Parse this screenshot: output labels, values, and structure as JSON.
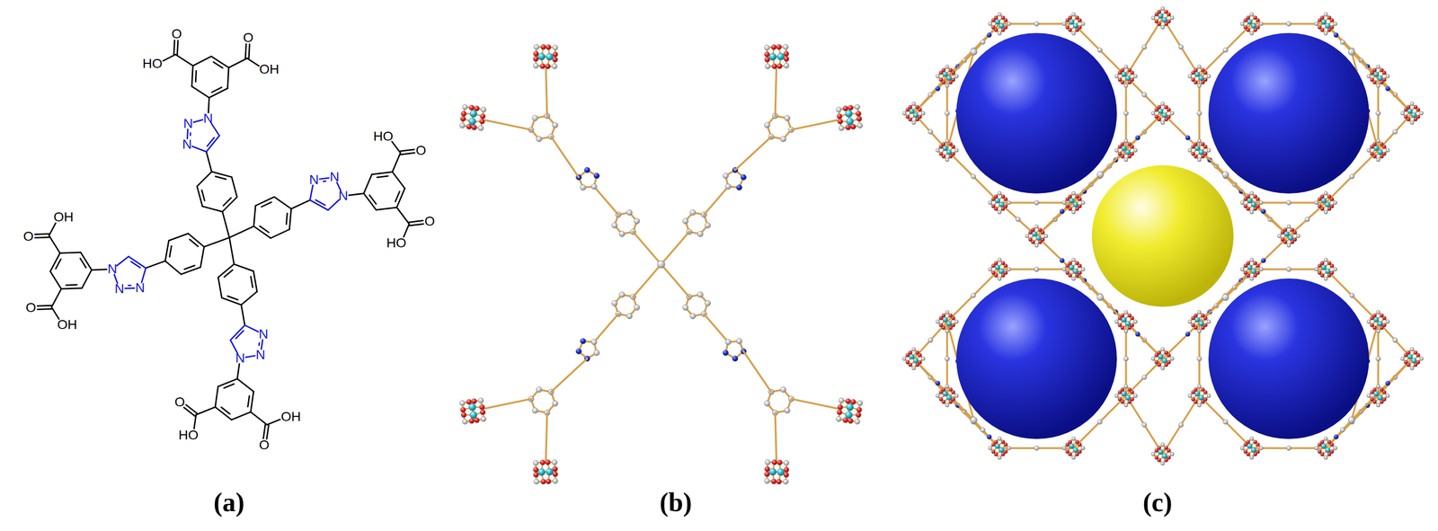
{
  "diagram": {
    "labels": [
      "HO",
      "O",
      "O",
      "OH",
      "N",
      "N",
      "N",
      "HO",
      "O",
      "O",
      "HO",
      "N",
      "N",
      "N",
      "OH",
      "O",
      "O",
      "OH",
      "N",
      "N",
      "N",
      "OH",
      "O",
      "O",
      "HO",
      "N",
      "N",
      "N",
      "(a)",
      "(b)",
      "(c)"
    ]
  }
}
